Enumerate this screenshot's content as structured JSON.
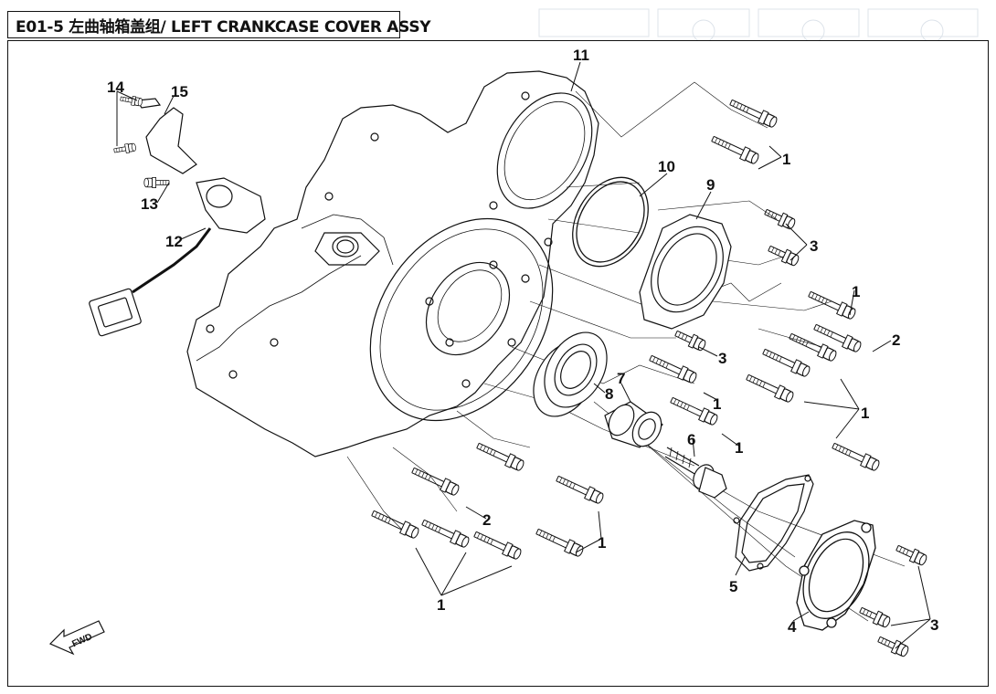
{
  "title": "E01-5 左曲轴箱盖组/ LEFT CRANKCASE COVER ASSY",
  "fwd_label": "FWD",
  "callouts": [
    {
      "id": "c14a",
      "text": "14"
    },
    {
      "id": "c15",
      "text": "15"
    },
    {
      "id": "c13",
      "text": "13"
    },
    {
      "id": "c12",
      "text": "12"
    },
    {
      "id": "c11",
      "text": "11"
    },
    {
      "id": "c10",
      "text": "10"
    },
    {
      "id": "c9",
      "text": "9"
    },
    {
      "id": "c8",
      "text": "8"
    },
    {
      "id": "c7",
      "text": "7"
    },
    {
      "id": "c6",
      "text": "6"
    },
    {
      "id": "c5",
      "text": "5"
    },
    {
      "id": "c4",
      "text": "4"
    },
    {
      "id": "c3a",
      "text": "3"
    },
    {
      "id": "c3b",
      "text": "3"
    },
    {
      "id": "c3c",
      "text": "3"
    },
    {
      "id": "c2a",
      "text": "2"
    },
    {
      "id": "c2b",
      "text": "2"
    },
    {
      "id": "c1a",
      "text": "1"
    },
    {
      "id": "c1b",
      "text": "1"
    },
    {
      "id": "c1c",
      "text": "1"
    },
    {
      "id": "c1d",
      "text": "1"
    },
    {
      "id": "c1e",
      "text": "1"
    },
    {
      "id": "c1f",
      "text": "1"
    },
    {
      "id": "c1g",
      "text": "1"
    }
  ]
}
